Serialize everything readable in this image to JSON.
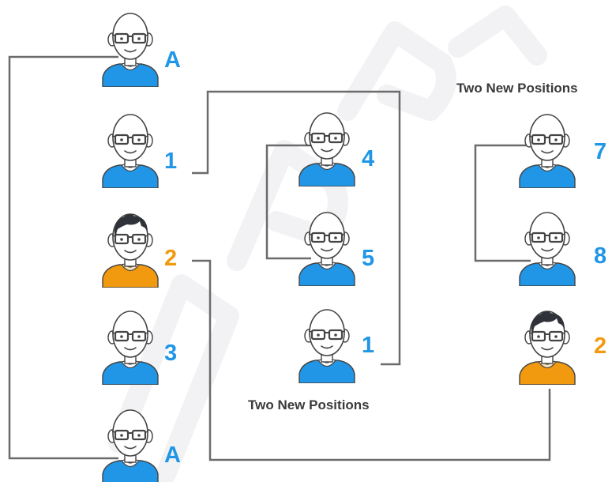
{
  "colors": {
    "blue": "#2196e6",
    "orange": "#f19a0f",
    "connector": "#6b6b6b",
    "caption": "#3a3a3a",
    "watermark": "#f2f2f4"
  },
  "columns": [
    {
      "people": [
        {
          "label": "A",
          "shirt": "blue",
          "hair": "bald"
        },
        {
          "label": "1",
          "shirt": "blue",
          "hair": "bald"
        },
        {
          "label": "2",
          "shirt": "orange",
          "hair": "dark"
        },
        {
          "label": "3",
          "shirt": "blue",
          "hair": "bald"
        },
        {
          "label": "A",
          "shirt": "blue",
          "hair": "bald"
        }
      ]
    },
    {
      "people": [
        {
          "label": "4",
          "shirt": "blue",
          "hair": "bald"
        },
        {
          "label": "5",
          "shirt": "blue",
          "hair": "bald"
        },
        {
          "label": "1",
          "shirt": "blue",
          "hair": "bald"
        }
      ],
      "caption": "Two New Positions"
    },
    {
      "caption": "Two New Positions",
      "people": [
        {
          "label": "7",
          "shirt": "blue",
          "hair": "bald"
        },
        {
          "label": "8",
          "shirt": "blue",
          "hair": "bald"
        },
        {
          "label": "2",
          "shirt": "orange",
          "hair": "dark"
        }
      ]
    }
  ]
}
